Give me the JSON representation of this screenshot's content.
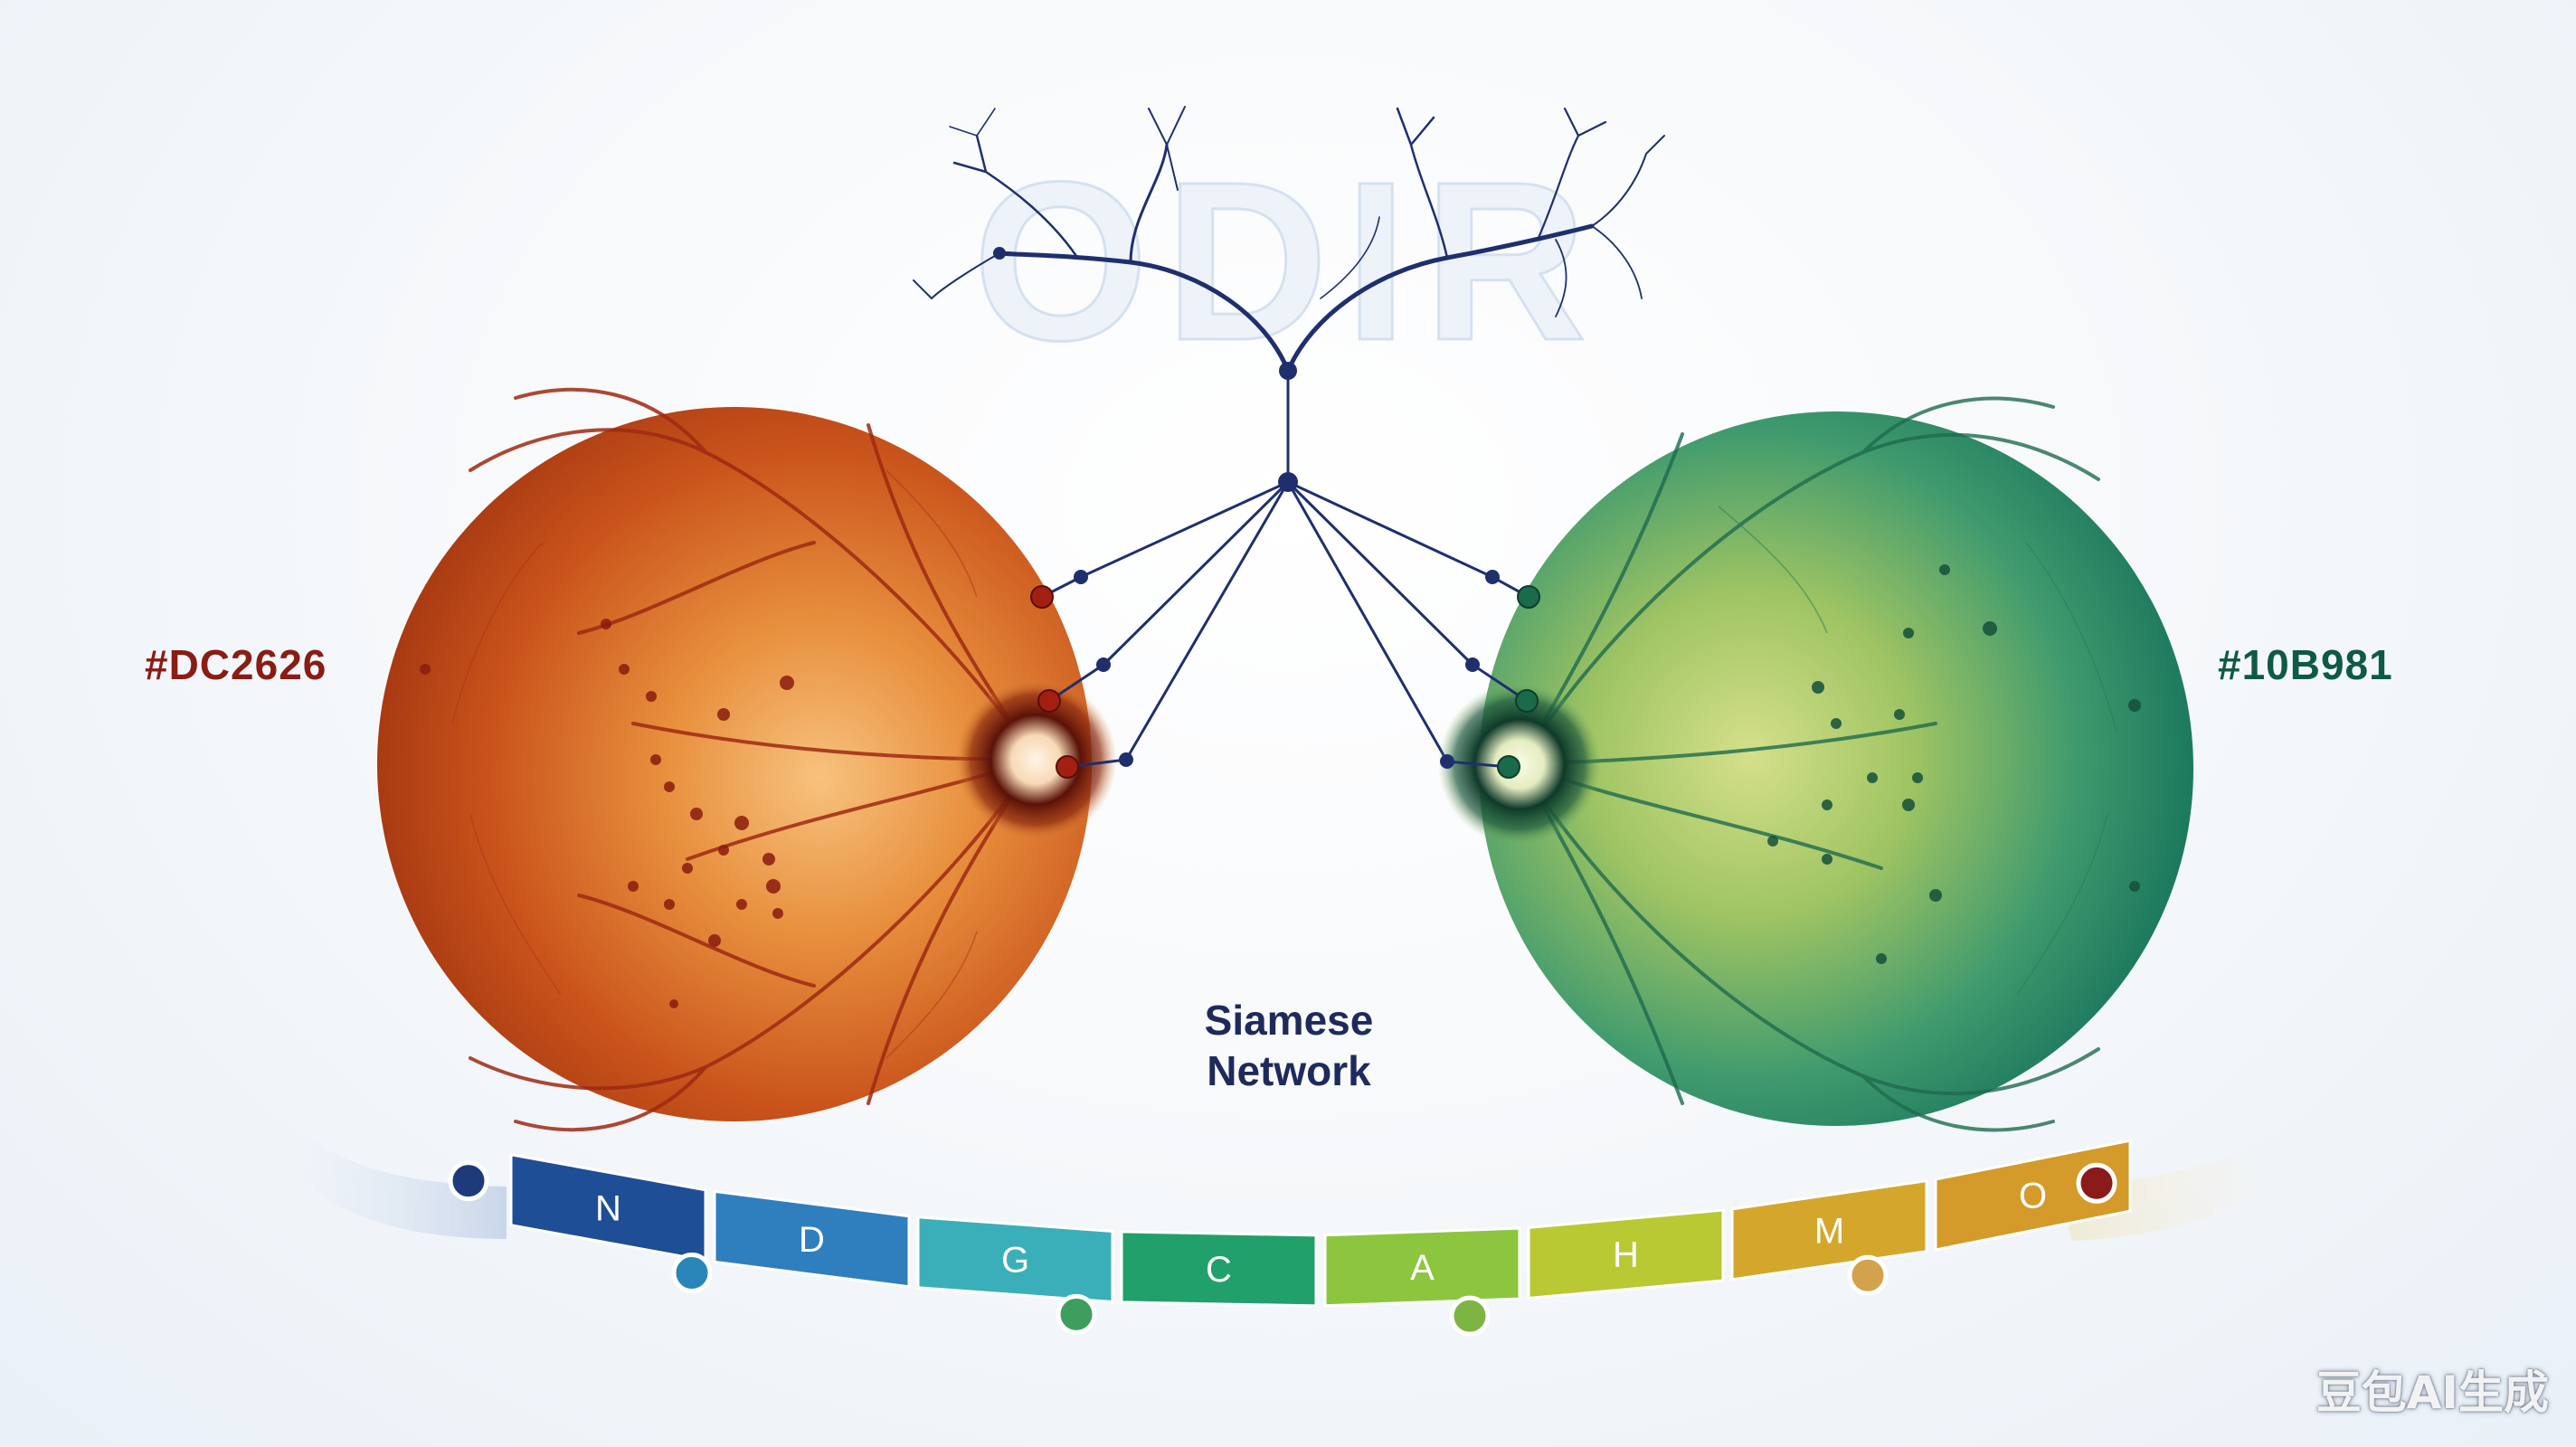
{
  "title": "ODIR",
  "left_eye": {
    "hex_label": "#DC2626",
    "color": "#DC2626"
  },
  "right_eye": {
    "hex_label": "#10B981",
    "color": "#10B981"
  },
  "center_label_line1": "Siamese",
  "center_label_line2": "Network",
  "watermark": "豆包AI生成",
  "scale": {
    "segments": [
      {
        "letter": "N",
        "color": "#1E4E95"
      },
      {
        "letter": "D",
        "color": "#2F7FBF"
      },
      {
        "letter": "G",
        "color": "#3AAFB9"
      },
      {
        "letter": "C",
        "color": "#22A06B"
      },
      {
        "letter": "A",
        "color": "#8CC63F"
      },
      {
        "letter": "H",
        "color": "#B8C934"
      },
      {
        "letter": "M",
        "color": "#D4A72C"
      },
      {
        "letter": "O",
        "color": "#D49A2A"
      }
    ],
    "node_colors": [
      "#1E3A7B",
      "#2A86B8",
      "#3E9E5E",
      "#7DB543",
      "#D4A24C",
      "#8B1A1A"
    ]
  }
}
